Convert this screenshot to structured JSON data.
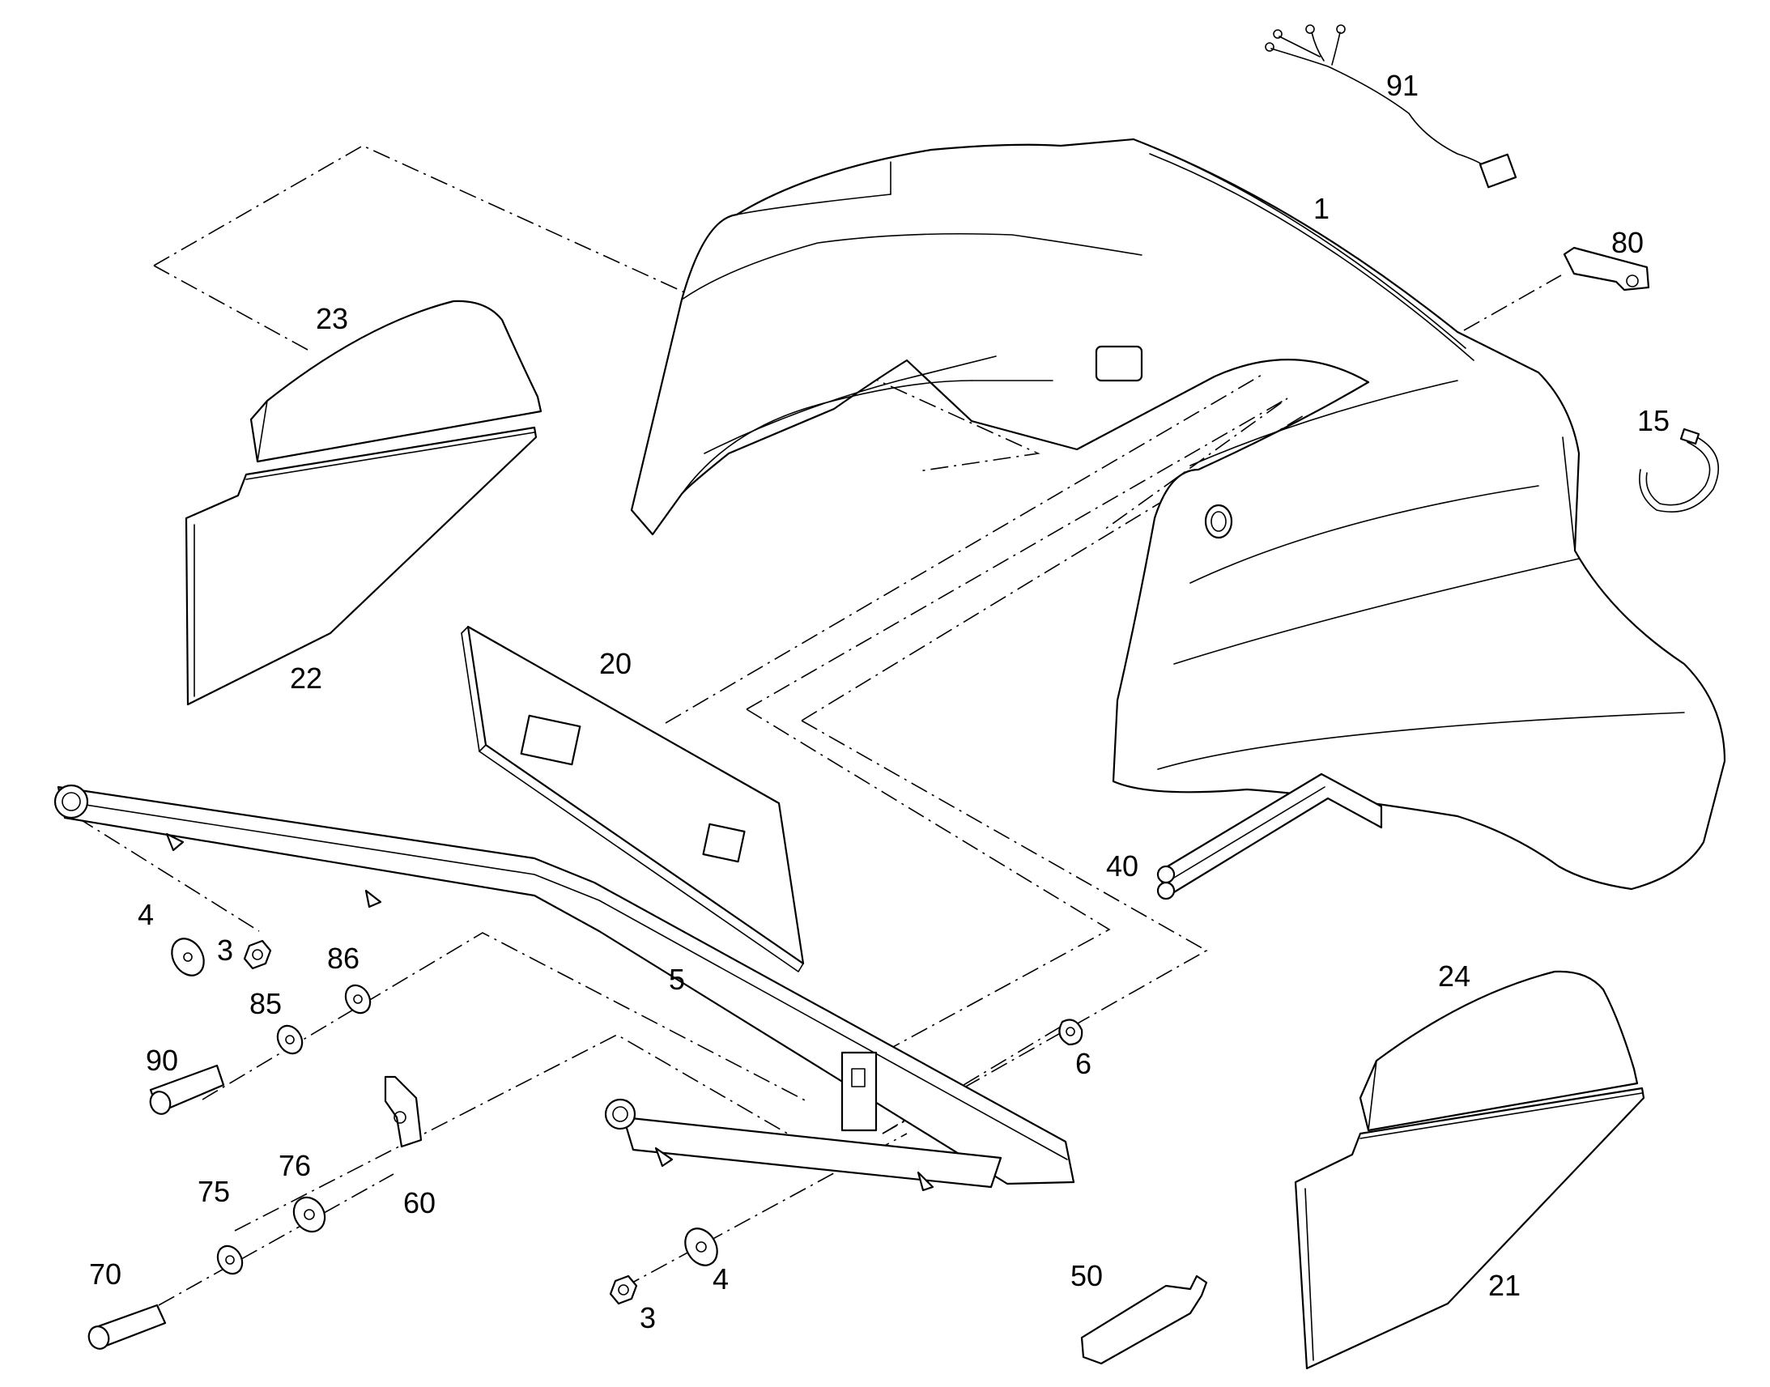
{
  "callouts": [
    {
      "id": "p1",
      "label": "1"
    },
    {
      "id": "p91",
      "label": "91"
    },
    {
      "id": "p80",
      "label": "80"
    },
    {
      "id": "p15",
      "label": "15"
    },
    {
      "id": "p23",
      "label": "23"
    },
    {
      "id": "p22",
      "label": "22"
    },
    {
      "id": "p20",
      "label": "20"
    },
    {
      "id": "p40",
      "label": "40"
    },
    {
      "id": "p4a",
      "label": "4"
    },
    {
      "id": "p3a",
      "label": "3"
    },
    {
      "id": "p86",
      "label": "86"
    },
    {
      "id": "p85",
      "label": "85"
    },
    {
      "id": "p90",
      "label": "90"
    },
    {
      "id": "p5",
      "label": "5"
    },
    {
      "id": "p6",
      "label": "6"
    },
    {
      "id": "p24",
      "label": "24"
    },
    {
      "id": "p76",
      "label": "76"
    },
    {
      "id": "p75",
      "label": "75"
    },
    {
      "id": "p60",
      "label": "60"
    },
    {
      "id": "p70",
      "label": "70"
    },
    {
      "id": "p4b",
      "label": "4"
    },
    {
      "id": "p3b",
      "label": "3"
    },
    {
      "id": "p50",
      "label": "50"
    },
    {
      "id": "p21",
      "label": "21"
    }
  ]
}
